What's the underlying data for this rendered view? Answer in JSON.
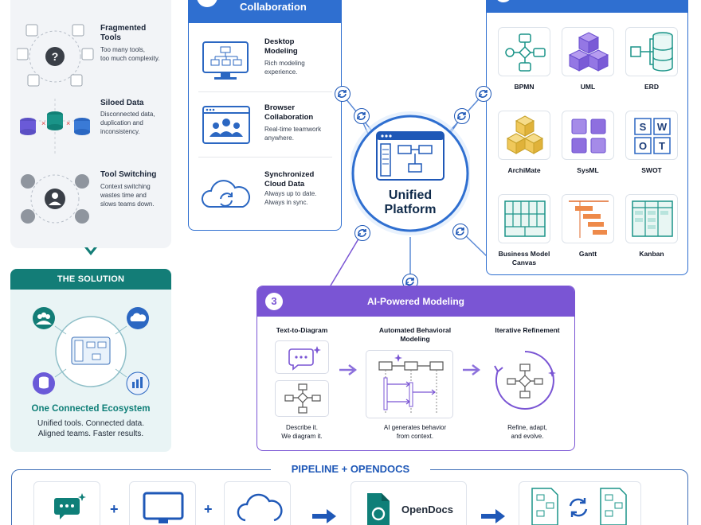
{
  "problems": [
    {
      "title": "Fragmented\nTools",
      "description": "Too many tools,\ntoo much complexity."
    },
    {
      "title": "Siloed Data",
      "description": "Disconnected data,\nduplication and\ninconsistency."
    },
    {
      "title": "Tool Switching",
      "description": "Context switching\nwastes time and\nslows teams down."
    }
  ],
  "problem_icon_glyph": "?",
  "solution": {
    "header": "THE SOLUTION",
    "title": "One Connected Ecosystem",
    "description": "Unified tools. Connected data.\nAligned teams. Faster results."
  },
  "collaboration": {
    "title": "Collaboration",
    "items": [
      {
        "title": "Desktop\nModeling",
        "description": "Rich modeling\nexperience."
      },
      {
        "title": "Browser\nCollaboration",
        "description": "Real-time teamwork\nanywhere."
      },
      {
        "title": "Synchronized\nCloud Data",
        "description": "Always up to date.\nAlways in sync."
      }
    ]
  },
  "diagram_types": [
    {
      "label": "BPMN"
    },
    {
      "label": "UML"
    },
    {
      "label": "ERD"
    },
    {
      "label": "ArchiMate"
    },
    {
      "label": "SysML"
    },
    {
      "label": "SWOT"
    },
    {
      "label": "Business Model\nCanvas"
    },
    {
      "label": "Gantt"
    },
    {
      "label": "Kanban"
    }
  ],
  "swot_letters": [
    "S",
    "W",
    "O",
    "T"
  ],
  "hub": {
    "title": "Unified\nPlatform"
  },
  "ai": {
    "number": "3",
    "title": "AI-Powered Modeling",
    "columns": [
      {
        "title": "Text-to-Diagram",
        "description": "Describe it.\nWe diagram it."
      },
      {
        "title": "Automated Behavioral\nModeling",
        "description": "AI generates behavior\nfrom context."
      },
      {
        "title": "Iterative Refinement",
        "description": "Refine, adapt,\nand evolve."
      }
    ]
  },
  "pipeline": {
    "title": "PIPELINE + OPENDOCS",
    "opendocs_label": "OpenDocs",
    "plus": "+"
  },
  "colors": {
    "blue": "#2f6fd0",
    "purple": "#7a55d4",
    "teal": "#137d77",
    "navy": "#1f58b7"
  }
}
